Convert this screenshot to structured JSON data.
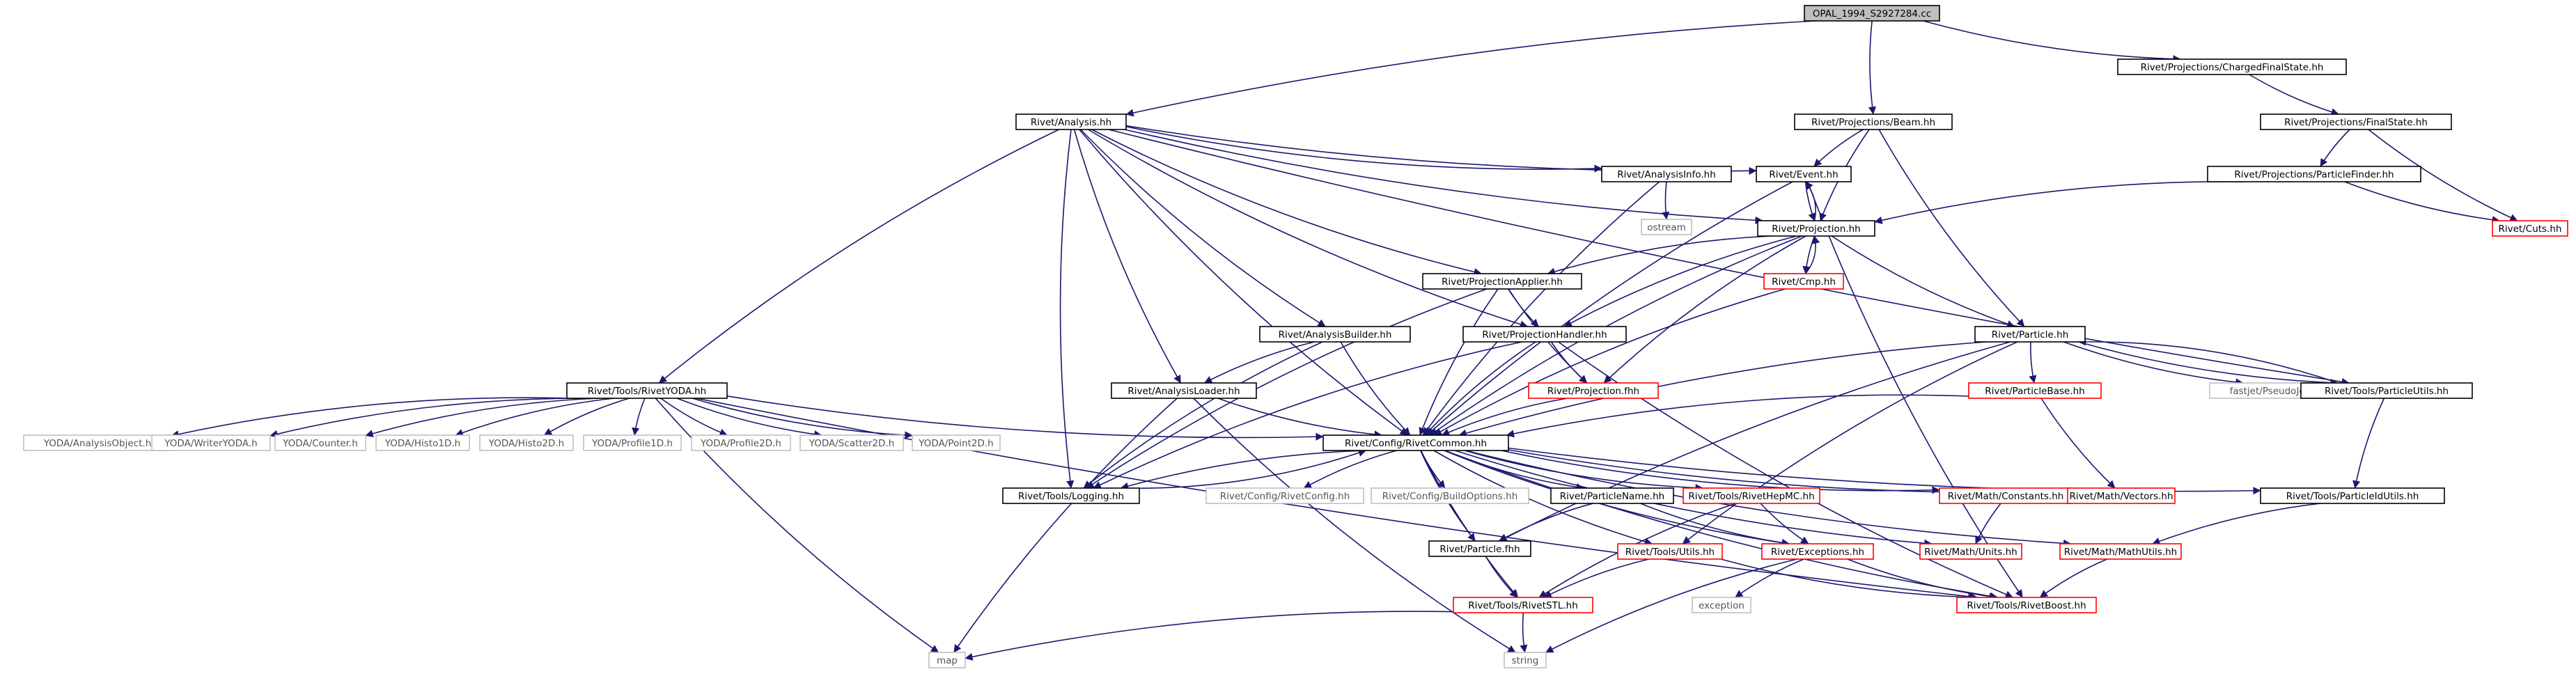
{
  "colors": {
    "edge": "#191970",
    "node_border": "#000000",
    "missing_border": "#ff0000",
    "external_border": "#bfbfbf",
    "root_fill": "#bfbfbf",
    "text": "#000000",
    "external_text": "#555555"
  },
  "nodes": [
    {
      "id": "opal",
      "label": "OPAL_1994_S2927284.cc",
      "kind": "root"
    },
    {
      "id": "analysis",
      "label": "Rivet/Analysis.hh",
      "kind": "normal"
    },
    {
      "id": "beam",
      "label": "Rivet/Projections/Beam.hh",
      "kind": "normal"
    },
    {
      "id": "cfs",
      "label": "Rivet/Projections/ChargedFinalState.hh",
      "kind": "normal"
    },
    {
      "id": "fs",
      "label": "Rivet/Projections/FinalState.hh",
      "kind": "normal"
    },
    {
      "id": "analysisinfo",
      "label": "Rivet/AnalysisInfo.hh",
      "kind": "normal"
    },
    {
      "id": "event",
      "label": "Rivet/Event.hh",
      "kind": "normal"
    },
    {
      "id": "pfinder",
      "label": "Rivet/Projections/ParticleFinder.hh",
      "kind": "normal"
    },
    {
      "id": "ostream",
      "label": "ostream",
      "kind": "external"
    },
    {
      "id": "projection",
      "label": "Rivet/Projection.hh",
      "kind": "normal"
    },
    {
      "id": "cuts",
      "label": "Rivet/Cuts.hh",
      "kind": "missing"
    },
    {
      "id": "cmp",
      "label": "Rivet/Cmp.hh",
      "kind": "missing"
    },
    {
      "id": "papplier",
      "label": "Rivet/ProjectionApplier.hh",
      "kind": "normal"
    },
    {
      "id": "abuilder",
      "label": "Rivet/AnalysisBuilder.hh",
      "kind": "normal"
    },
    {
      "id": "phandler",
      "label": "Rivet/ProjectionHandler.hh",
      "kind": "normal"
    },
    {
      "id": "particle",
      "label": "Rivet/Particle.hh",
      "kind": "normal"
    },
    {
      "id": "rivetyoda",
      "label": "Rivet/Tools/RivetYODA.hh",
      "kind": "normal"
    },
    {
      "id": "aloader",
      "label": "Rivet/AnalysisLoader.hh",
      "kind": "normal"
    },
    {
      "id": "projfhh",
      "label": "Rivet/Projection.fhh",
      "kind": "missing"
    },
    {
      "id": "pbase",
      "label": "Rivet/ParticleBase.hh",
      "kind": "missing"
    },
    {
      "id": "pseudojet",
      "label": "fastjet/PseudoJet.hh",
      "kind": "external"
    },
    {
      "id": "putils",
      "label": "Rivet/Tools/ParticleUtils.hh",
      "kind": "normal"
    },
    {
      "id": "yao",
      "label": "YODA/AnalysisObject.h",
      "kind": "external"
    },
    {
      "id": "ywriter",
      "label": "YODA/WriterYODA.h",
      "kind": "external"
    },
    {
      "id": "ycounter",
      "label": "YODA/Counter.h",
      "kind": "external"
    },
    {
      "id": "yh1",
      "label": "YODA/Histo1D.h",
      "kind": "external"
    },
    {
      "id": "yh2",
      "label": "YODA/Histo2D.h",
      "kind": "external"
    },
    {
      "id": "yp1",
      "label": "YODA/Profile1D.h",
      "kind": "external"
    },
    {
      "id": "yp2",
      "label": "YODA/Profile2D.h",
      "kind": "external"
    },
    {
      "id": "ys2",
      "label": "YODA/Scatter2D.h",
      "kind": "external"
    },
    {
      "id": "ypt",
      "label": "YODA/Point2D.h",
      "kind": "external"
    },
    {
      "id": "common",
      "label": "Rivet/Config/RivetCommon.hh",
      "kind": "normal"
    },
    {
      "id": "logging",
      "label": "Rivet/Tools/Logging.hh",
      "kind": "normal"
    },
    {
      "id": "rconfig",
      "label": "Rivet/Config/RivetConfig.hh",
      "kind": "external"
    },
    {
      "id": "bopts",
      "label": "Rivet/Config/BuildOptions.hh",
      "kind": "external"
    },
    {
      "id": "pname",
      "label": "Rivet/ParticleName.hh",
      "kind": "normal"
    },
    {
      "id": "hepmc",
      "label": "Rivet/Tools/RivetHepMC.hh",
      "kind": "missing"
    },
    {
      "id": "mconst",
      "label": "Rivet/Math/Constants.hh",
      "kind": "missing"
    },
    {
      "id": "mvectors",
      "label": "Rivet/Math/Vectors.hh",
      "kind": "missing"
    },
    {
      "id": "pidutils",
      "label": "Rivet/Tools/ParticleIdUtils.hh",
      "kind": "normal"
    },
    {
      "id": "pfhh",
      "label": "Rivet/Particle.fhh",
      "kind": "normal"
    },
    {
      "id": "tutils",
      "label": "Rivet/Tools/Utils.hh",
      "kind": "missing"
    },
    {
      "id": "exceptions",
      "label": "Rivet/Exceptions.hh",
      "kind": "missing"
    },
    {
      "id": "munits",
      "label": "Rivet/Math/Units.hh",
      "kind": "missing"
    },
    {
      "id": "mutils",
      "label": "Rivet/Math/MathUtils.hh",
      "kind": "missing"
    },
    {
      "id": "exception",
      "label": "exception",
      "kind": "external"
    },
    {
      "id": "rivetstl",
      "label": "Rivet/Tools/RivetSTL.hh",
      "kind": "missing"
    },
    {
      "id": "rivetboost",
      "label": "Rivet/Tools/RivetBoost.hh",
      "kind": "missing"
    },
    {
      "id": "map",
      "label": "map",
      "kind": "external"
    },
    {
      "id": "string",
      "label": "string",
      "kind": "external"
    }
  ],
  "edges": [
    [
      "opal",
      "analysis"
    ],
    [
      "opal",
      "beam"
    ],
    [
      "opal",
      "cfs"
    ],
    [
      "cfs",
      "fs"
    ],
    [
      "fs",
      "pfinder"
    ],
    [
      "fs",
      "cuts"
    ],
    [
      "pfinder",
      "projection"
    ],
    [
      "pfinder",
      "cuts"
    ],
    [
      "analysis",
      "analysisinfo"
    ],
    [
      "analysis",
      "event"
    ],
    [
      "analysis",
      "projection"
    ],
    [
      "analysis",
      "papplier"
    ],
    [
      "analysis",
      "abuilder"
    ],
    [
      "analysis",
      "phandler"
    ],
    [
      "analysis",
      "rivetyoda"
    ],
    [
      "analysis",
      "aloader"
    ],
    [
      "analysis",
      "common"
    ],
    [
      "analysis",
      "logging"
    ],
    [
      "analysis",
      "putils"
    ],
    [
      "beam",
      "event"
    ],
    [
      "beam",
      "projection"
    ],
    [
      "beam",
      "particle"
    ],
    [
      "analysisinfo",
      "ostream"
    ],
    [
      "analysisinfo",
      "common"
    ],
    [
      "event",
      "projection"
    ],
    [
      "event",
      "common"
    ],
    [
      "event",
      "rivetboost"
    ],
    [
      "projection",
      "event"
    ],
    [
      "projection",
      "cmp"
    ],
    [
      "projection",
      "papplier"
    ],
    [
      "projection",
      "phandler"
    ],
    [
      "projection",
      "projfhh"
    ],
    [
      "projection",
      "particle"
    ],
    [
      "projection",
      "common"
    ],
    [
      "cmp",
      "projection"
    ],
    [
      "cmp",
      "common"
    ],
    [
      "papplier",
      "phandler"
    ],
    [
      "papplier",
      "logging"
    ],
    [
      "papplier",
      "common"
    ],
    [
      "papplier",
      "projfhh"
    ],
    [
      "abuilder",
      "aloader"
    ],
    [
      "abuilder",
      "common"
    ],
    [
      "abuilder",
      "logging"
    ],
    [
      "phandler",
      "projfhh"
    ],
    [
      "phandler",
      "common"
    ],
    [
      "phandler",
      "logging"
    ],
    [
      "phandler",
      "rivetboost"
    ],
    [
      "projfhh",
      "common"
    ],
    [
      "particle",
      "pbase"
    ],
    [
      "particle",
      "pseudojet"
    ],
    [
      "particle",
      "putils"
    ],
    [
      "particle",
      "common"
    ],
    [
      "particle",
      "pfhh"
    ],
    [
      "particle",
      "tutils"
    ],
    [
      "putils",
      "particle"
    ],
    [
      "putils",
      "pidutils"
    ],
    [
      "pbase",
      "common"
    ],
    [
      "pbase",
      "mvectors"
    ],
    [
      "rivetyoda",
      "yao"
    ],
    [
      "rivetyoda",
      "ywriter"
    ],
    [
      "rivetyoda",
      "ycounter"
    ],
    [
      "rivetyoda",
      "yh1"
    ],
    [
      "rivetyoda",
      "yh2"
    ],
    [
      "rivetyoda",
      "yp1"
    ],
    [
      "rivetyoda",
      "yp2"
    ],
    [
      "rivetyoda",
      "ys2"
    ],
    [
      "rivetyoda",
      "ypt"
    ],
    [
      "rivetyoda",
      "common"
    ],
    [
      "rivetyoda",
      "rivetboost"
    ],
    [
      "rivetyoda",
      "map"
    ],
    [
      "aloader",
      "common"
    ],
    [
      "aloader",
      "map"
    ],
    [
      "aloader",
      "string"
    ],
    [
      "common",
      "logging"
    ],
    [
      "common",
      "rconfig"
    ],
    [
      "common",
      "bopts"
    ],
    [
      "common",
      "pname"
    ],
    [
      "common",
      "hepmc"
    ],
    [
      "common",
      "mconst"
    ],
    [
      "common",
      "mvectors"
    ],
    [
      "common",
      "pidutils"
    ],
    [
      "common",
      "exceptions"
    ],
    [
      "common",
      "rivetboost"
    ],
    [
      "common",
      "pfhh"
    ],
    [
      "common",
      "mutils"
    ],
    [
      "common",
      "tutils"
    ],
    [
      "common",
      "rivetstl"
    ],
    [
      "common",
      "munits"
    ],
    [
      "logging",
      "common"
    ],
    [
      "pname",
      "pfhh"
    ],
    [
      "pname",
      "exceptions"
    ],
    [
      "hepmc",
      "exceptions"
    ],
    [
      "hepmc",
      "rivetstl"
    ],
    [
      "mconst",
      "munits"
    ],
    [
      "pidutils",
      "mutils"
    ],
    [
      "mutils",
      "rivetboost"
    ],
    [
      "pfhh",
      "rivetstl"
    ],
    [
      "tutils",
      "rivetstl"
    ],
    [
      "tutils",
      "rivetboost"
    ],
    [
      "exceptions",
      "exception"
    ],
    [
      "exceptions",
      "string"
    ],
    [
      "exceptions",
      "rivetboost"
    ],
    [
      "rivetstl",
      "map"
    ],
    [
      "rivetstl",
      "string"
    ]
  ]
}
